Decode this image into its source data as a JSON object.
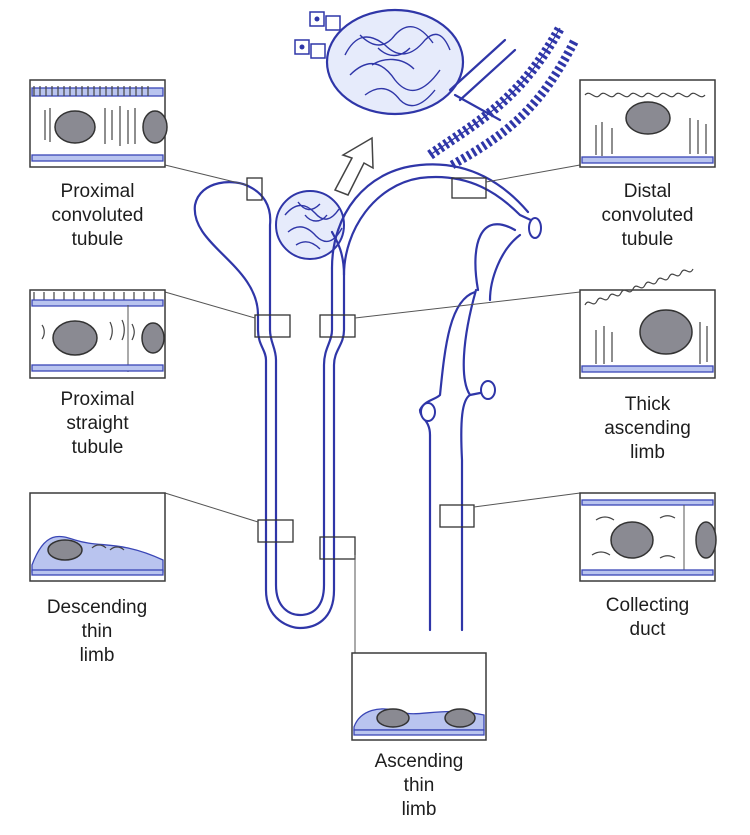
{
  "labels": {
    "pct": [
      "Proximal",
      "convoluted",
      "tubule"
    ],
    "pst": [
      "Proximal",
      "straight",
      "tubule"
    ],
    "dtl": [
      "Descending",
      "thin",
      "limb"
    ],
    "atl": [
      "Ascending",
      "thin",
      "limb"
    ],
    "dct": [
      "Distal",
      "convoluted",
      "tubule"
    ],
    "tal": [
      "Thick",
      "ascending",
      "limb"
    ],
    "cd": [
      "Collecting",
      "duct"
    ]
  },
  "colors": {
    "tubule_outline": "#2f36a8",
    "membrane_fill": "#b9c4ef",
    "nucleus_fill": "#8a8a92",
    "text": "#1d1d1d"
  }
}
